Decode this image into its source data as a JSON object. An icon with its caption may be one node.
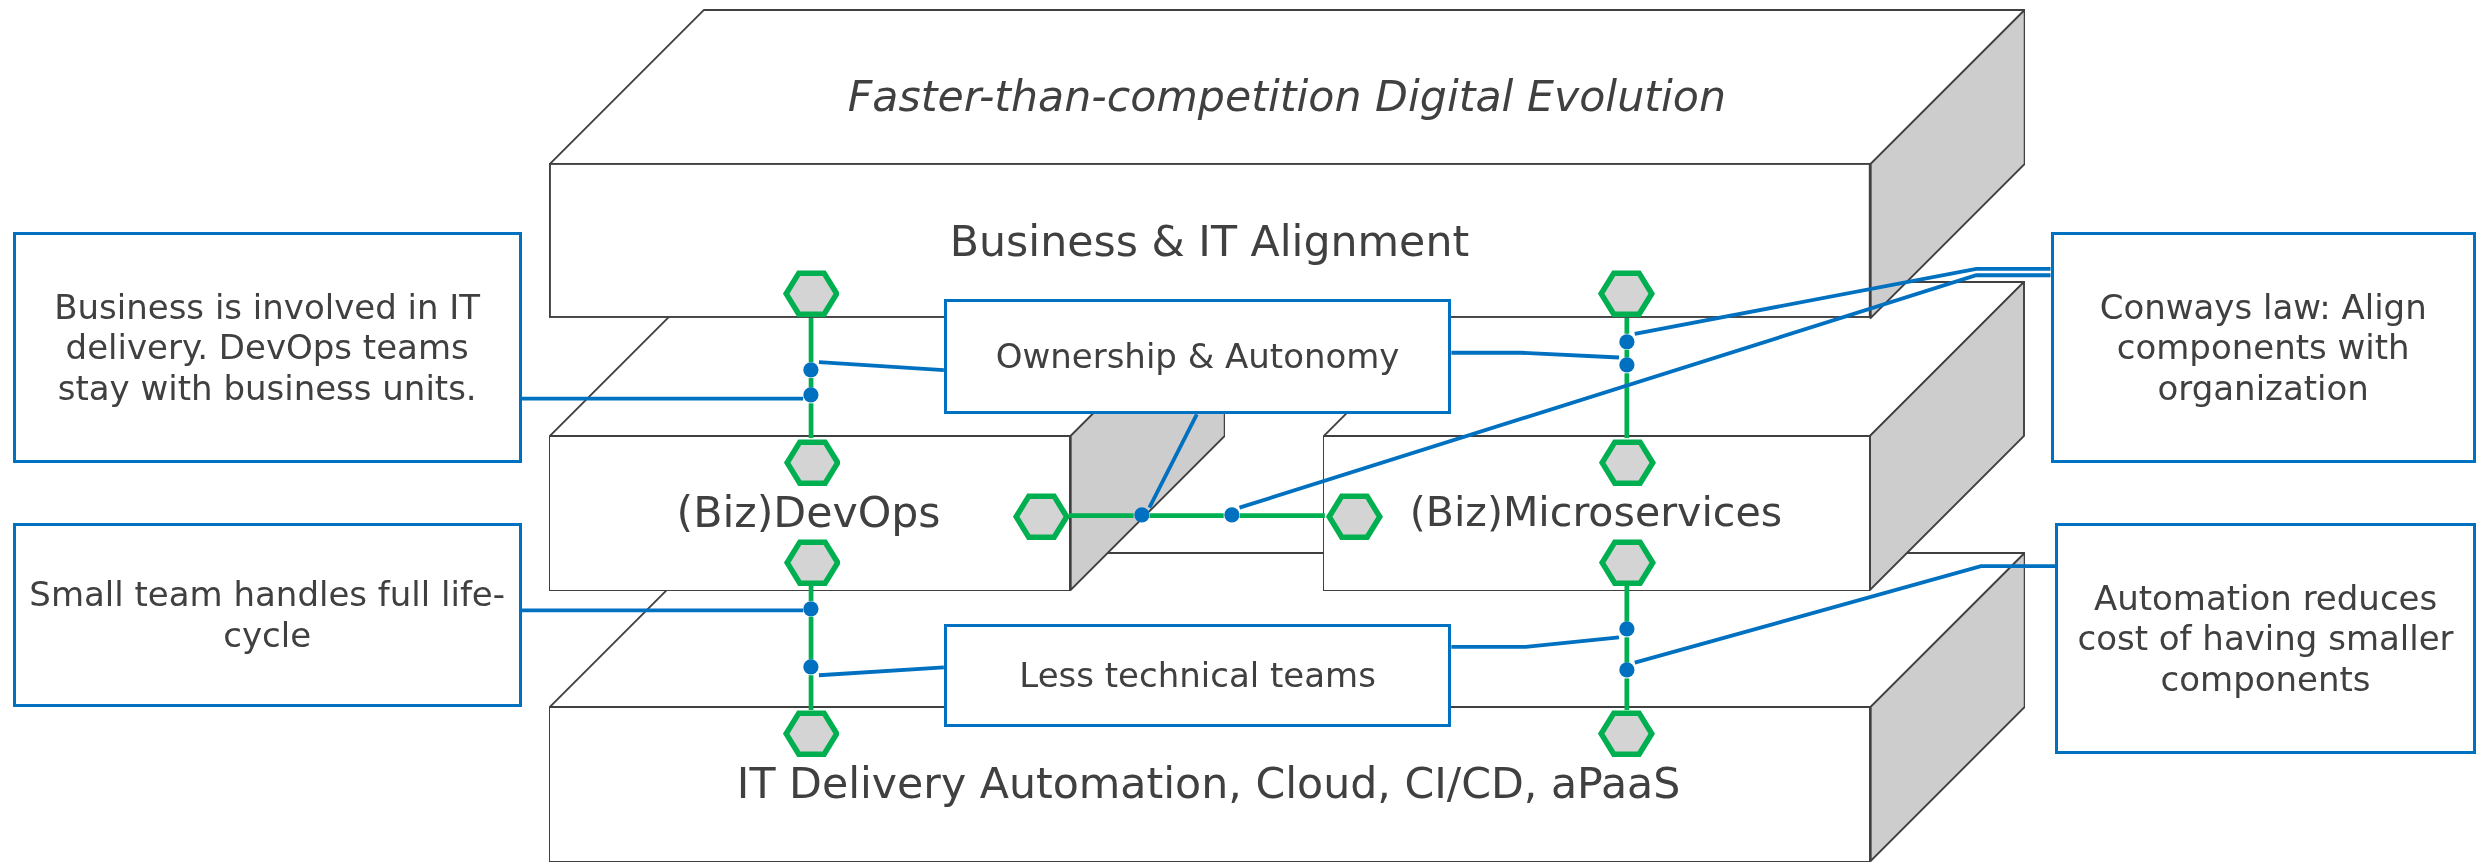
{
  "diagram": {
    "nodes": [
      {
        "text": [
          "Faster-than-competition Digital Evolution",
          "Business & IT Alignment"
        ]
      },
      {
        "text": [
          "Business is involved in IT delivery. DevOps teams stay with business units."
        ]
      },
      {
        "text": [
          "Ownership & Autonomy"
        ]
      },
      {
        "text": [
          "Conways law: Align components with organization"
        ]
      },
      {
        "text": [],
        "shape": "hexagon",
        "in": 0
      },
      {
        "text": [],
        "shape": "hexagon",
        "in": 0
      },
      {
        "text": [
          "(Biz)DevOps"
        ]
      },
      {
        "text": [
          "(Biz)Microservices"
        ]
      },
      {
        "text": [],
        "shape": "hexagon",
        "in": 6
      },
      {
        "text": [],
        "shape": "hexagon",
        "in": 7
      },
      {
        "text": [],
        "shape": "hexagon",
        "in": 6
      },
      {
        "text": [],
        "shape": "hexagon",
        "in": 7
      },
      {
        "text": [
          "Small team handles full life-cycle"
        ]
      },
      {
        "text": [
          "Automation reduces cost of having smaller components"
        ]
      },
      {
        "text": [],
        "shape": "hexagon",
        "in": 6
      },
      {
        "text": [],
        "shape": "hexagon",
        "in": 7
      },
      {
        "text": [
          "Less technical teams"
        ]
      },
      {
        "text": [],
        "shape": "hexagon",
        "in": 19
      },
      {
        "text": [],
        "shape": "hexagon",
        "in": 19
      },
      {
        "text": [
          "IT Delivery Automation, Cloud, CI/CD, aPaaS"
        ]
      },
      {
        "text": [],
        "shape": "circle"
      },
      {
        "text": [],
        "shape": "circle"
      },
      {
        "text": [],
        "shape": "circle"
      },
      {
        "text": [],
        "shape": "circle"
      },
      {
        "text": [],
        "shape": "circle"
      },
      {
        "text": [],
        "shape": "circle"
      },
      {
        "text": [],
        "shape": "circle"
      },
      {
        "text": [],
        "shape": "circle"
      },
      {
        "text": [],
        "shape": "circle"
      },
      {
        "text": [],
        "shape": "circle"
      }
    ],
    "edges": [
      {
        "from": 4,
        "to": 20,
        "arrow": "none"
      },
      {
        "from": 20,
        "to": 21,
        "arrow": "none"
      },
      {
        "from": 21,
        "to": 8,
        "arrow": "none"
      },
      {
        "from": 5,
        "to": 22,
        "arrow": "none"
      },
      {
        "from": 22,
        "to": 23,
        "arrow": "none"
      },
      {
        "from": 23,
        "to": 9,
        "arrow": "none"
      },
      {
        "from": 10,
        "to": 24,
        "arrow": "none"
      },
      {
        "from": 24,
        "to": 25,
        "arrow": "none"
      },
      {
        "from": 25,
        "to": 11,
        "arrow": "none"
      },
      {
        "from": 14,
        "to": 26,
        "arrow": "none"
      },
      {
        "from": 26,
        "to": 27,
        "arrow": "none"
      },
      {
        "from": 27,
        "to": 17,
        "arrow": "none"
      },
      {
        "from": 15,
        "to": 28,
        "arrow": "none"
      },
      {
        "from": 28,
        "to": 29,
        "arrow": "none"
      },
      {
        "from": 29,
        "to": 18,
        "arrow": "none"
      },
      {
        "from": 1,
        "to": 21,
        "arrow": "none",
        "color": "#0070c0"
      },
      {
        "from": 2,
        "to": 20,
        "arrow": "none",
        "color": "#0070c0"
      },
      {
        "from": 2,
        "to": 23,
        "arrow": "none",
        "color": "#0070c0"
      },
      {
        "from": 2,
        "to": 24,
        "arrow": "none",
        "color": "#0070c0"
      },
      {
        "from": 3,
        "to": 22,
        "arrow": "none",
        "color": "#0070c0"
      },
      {
        "from": 3,
        "to": 25,
        "arrow": "none",
        "color": "#0070c0"
      },
      {
        "from": 12,
        "to": 26,
        "arrow": "none",
        "color": "#0070c0"
      },
      {
        "from": 16,
        "to": 27,
        "arrow": "none",
        "color": "#0070c0"
      },
      {
        "from": 16,
        "to": 28,
        "arrow": "none",
        "color": "#0070c0"
      },
      {
        "from": 13,
        "to": 29,
        "arrow": "none",
        "color": "#0070c0"
      }
    ]
  }
}
